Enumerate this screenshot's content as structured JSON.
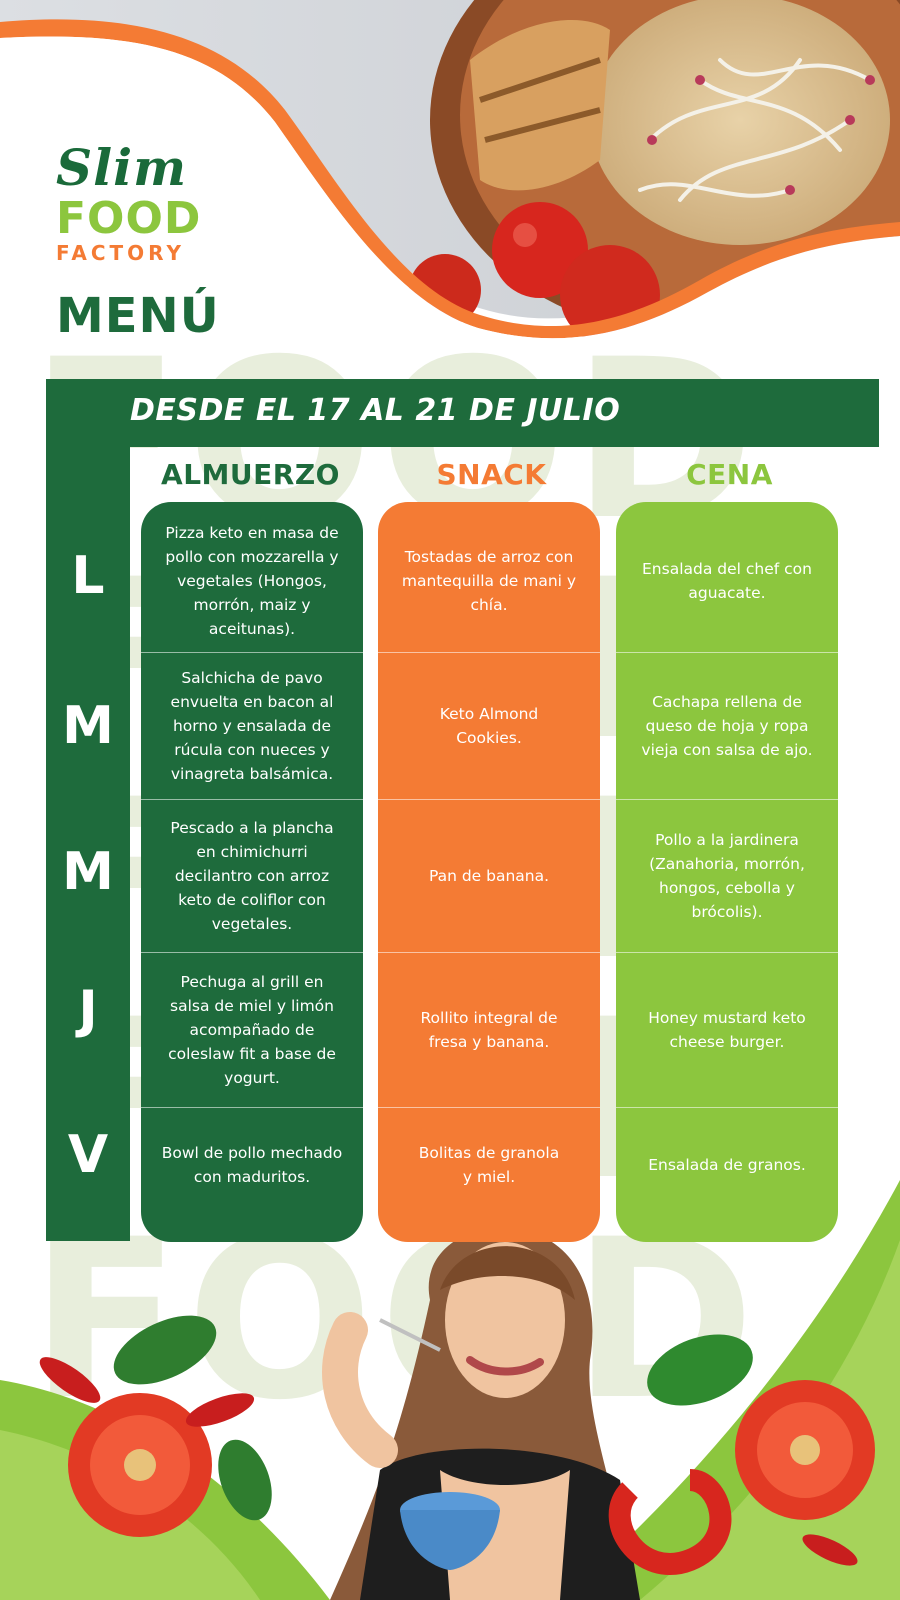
{
  "brand": {
    "slim": "Slim",
    "food": "FOOD",
    "factory": "FACTORY"
  },
  "menu_title": "MENÚ",
  "date_range": "DESDE EL 17 AL 21 DE JULIO",
  "watermark": "FOOD",
  "columns": {
    "almuerzo": "ALMUERZO",
    "snack": "SNACK",
    "cena": "CENA"
  },
  "days": [
    {
      "letter": "L",
      "almuerzo": "Pizza keto en masa de pollo con mozzarella y vegetales (Hongos, morrón, maiz y aceitunas).",
      "snack": "Tostadas de arroz con mantequilla de mani y chía.",
      "cena": "Ensalada del chef con aguacate."
    },
    {
      "letter": "M",
      "almuerzo": "Salchicha de pavo envuelta en bacon al horno y ensalada de rúcula con nueces y vinagreta balsámica.",
      "snack": "Keto Almond Cookies.",
      "cena": "Cachapa rellena de queso de hoja y ropa vieja con salsa de ajo."
    },
    {
      "letter": "M",
      "almuerzo": "Pescado a la plancha en chimichurri decilantro con arroz keto de coliflor con vegetales.",
      "snack": "Pan de banana.",
      "cena": "Pollo a la jardinera (Zanahoria, morrón, hongos, cebolla y brócolis)."
    },
    {
      "letter": "J",
      "almuerzo": "Pechuga al grill en salsa de miel y limón acompañado de coleslaw fit a base de yogurt.",
      "snack": "Rollito integral de fresa y banana.",
      "cena": "Honey mustard keto cheese burger."
    },
    {
      "letter": "V",
      "almuerzo": "Bowl de pollo mechado con maduritos.",
      "snack": "Bolitas de granola y miel.",
      "cena": "Ensalada de granos."
    }
  ],
  "colors": {
    "dark_green": "#1e6b3c",
    "orange": "#f47b34",
    "light_green": "#8cc63e"
  },
  "icons": [
    "fork-icon"
  ]
}
